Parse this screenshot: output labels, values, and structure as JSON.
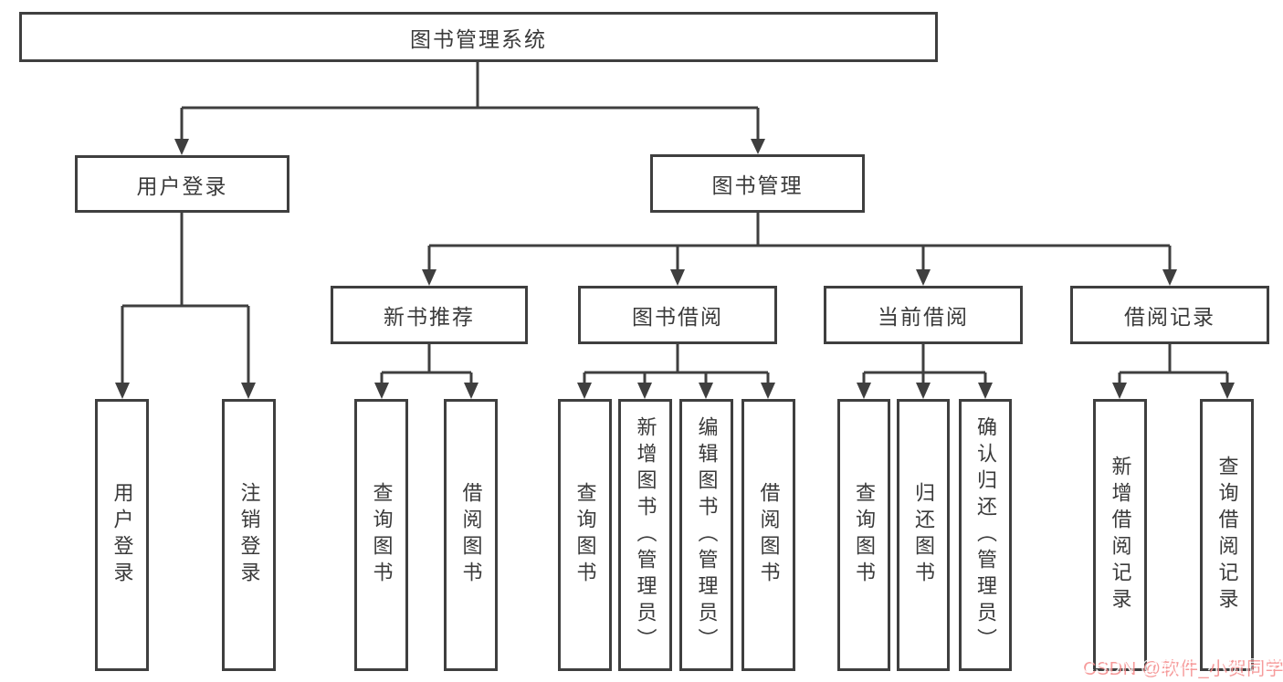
{
  "diagram": {
    "root": {
      "label": "图书管理系统"
    },
    "level1": {
      "user_login": {
        "label": "用户登录"
      },
      "book_management": {
        "label": "图书管理"
      }
    },
    "level2": {
      "new_book_recommend": {
        "label": "新书推荐"
      },
      "book_borrowing": {
        "label": "图书借阅"
      },
      "current_borrowing": {
        "label": "当前借阅"
      },
      "borrowing_records": {
        "label": "借阅记录"
      }
    },
    "leaves": {
      "login": {
        "label": "用户登录"
      },
      "logout": {
        "label": "注销登录"
      },
      "rec_query_book": {
        "label": "查询图书"
      },
      "rec_borrow_book": {
        "label": "借阅图书"
      },
      "bor_query_book": {
        "label": "查询图书"
      },
      "bor_add_book": {
        "label": "新增图书（管理员）"
      },
      "bor_edit_book": {
        "label": "编辑图书（管理员）"
      },
      "bor_borrow_book": {
        "label": "借阅图书"
      },
      "cur_query_book": {
        "label": "查询图书"
      },
      "cur_return_book": {
        "label": "归还图书"
      },
      "cur_confirm_return": {
        "label": "确认归还（管理员）"
      },
      "rec_add_record": {
        "label": "新增借阅记录"
      },
      "rec_query_record": {
        "label": "查询借阅记录"
      }
    },
    "edges": [
      {
        "from": "图书管理系统",
        "to": "用户登录"
      },
      {
        "from": "图书管理系统",
        "to": "图书管理"
      },
      {
        "from": "用户登录",
        "to": "用户登录"
      },
      {
        "from": "用户登录",
        "to": "注销登录"
      },
      {
        "from": "图书管理",
        "to": "新书推荐"
      },
      {
        "from": "图书管理",
        "to": "图书借阅"
      },
      {
        "from": "图书管理",
        "to": "当前借阅"
      },
      {
        "from": "图书管理",
        "to": "借阅记录"
      },
      {
        "from": "新书推荐",
        "to": "查询图书"
      },
      {
        "from": "新书推荐",
        "to": "借阅图书"
      },
      {
        "from": "图书借阅",
        "to": "查询图书"
      },
      {
        "from": "图书借阅",
        "to": "新增图书（管理员）"
      },
      {
        "from": "图书借阅",
        "to": "编辑图书（管理员）"
      },
      {
        "from": "图书借阅",
        "to": "借阅图书"
      },
      {
        "from": "当前借阅",
        "to": "查询图书"
      },
      {
        "from": "当前借阅",
        "to": "归还图书"
      },
      {
        "from": "当前借阅",
        "to": "确认归还（管理员）"
      },
      {
        "from": "借阅记录",
        "to": "新增借阅记录"
      },
      {
        "from": "借阅记录",
        "to": "查询借阅记录"
      }
    ],
    "watermark": {
      "text": "CSDN @软件_小贺同学"
    },
    "colors": {
      "line": "#3f3f3f",
      "text": "#3a3a3a",
      "background": "#ffffff",
      "watermark_text": "#ffffff",
      "watermark_shadow": "#f58a8a"
    }
  }
}
